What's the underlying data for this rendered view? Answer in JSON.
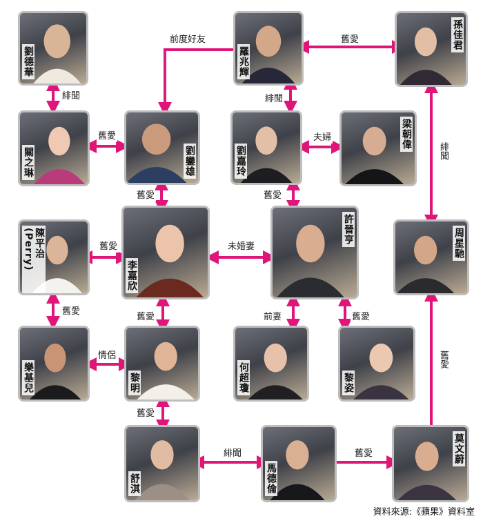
{
  "people": {
    "andy": "劉德華",
    "lo": "羅兆輝",
    "suen": "孫佳君",
    "gigi": "關之琳",
    "lau": "劉鑾雄",
    "carina": "劉嘉玲",
    "tony": "梁朝偉",
    "chen": "陳平治(Perry)",
    "lee": "李嘉欣",
    "hui": "許晉亨",
    "chow": "周星馳",
    "lok": "樂基兒",
    "leon": "黎明",
    "ho": "何超瓊",
    "lai": "黎姿",
    "shu": "舒淇",
    "ma": "馬德倫",
    "mok": "莫文蔚"
  },
  "relations": {
    "andy_gigi": "緋聞",
    "lau_lo": "前度好友",
    "lo_suen": "舊愛",
    "lo_carina": "緋聞",
    "gigi_lau": "舊愛",
    "carina_tony": "夫婦",
    "suen_chow": "緋聞",
    "lau_lee": "舊愛",
    "carina_hui": "舊愛",
    "chen_lee": "舊愛",
    "lee_hui": "未婚妻",
    "chen_lok": "舊愛",
    "lee_leon": "舊愛",
    "hui_ho": "前妻",
    "hui_lai": "舊愛",
    "lok_leon": "情侶",
    "chow_mok": "舊愛",
    "leon_shu": "舊愛",
    "shu_ma": "緋聞",
    "ma_mok": "舊愛"
  },
  "source": "資料來源:《蘋果》資料室",
  "colors": {
    "arrow": "#e0157a",
    "border": "#bdbdbd"
  }
}
